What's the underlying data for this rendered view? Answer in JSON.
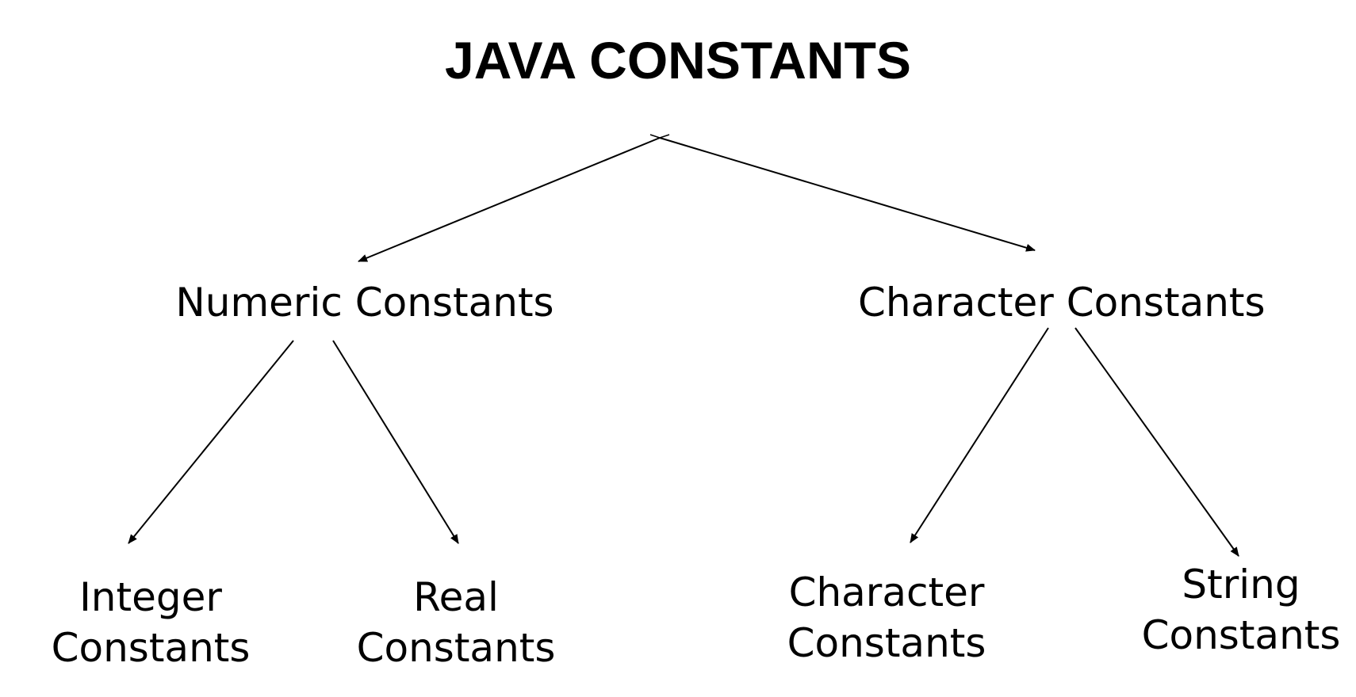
{
  "title": "JAVA CONSTANTS",
  "nodes": {
    "numeric": "Numeric Constants",
    "character": "Character Constants",
    "integer": [
      "Integer",
      "Constants"
    ],
    "real": [
      "Real",
      "Constants"
    ],
    "char_const": [
      "Character",
      "Constants"
    ],
    "string": [
      "String",
      "Constants"
    ]
  },
  "colors": {
    "line": "#000000",
    "text": "#000000",
    "background": "#ffffff"
  }
}
